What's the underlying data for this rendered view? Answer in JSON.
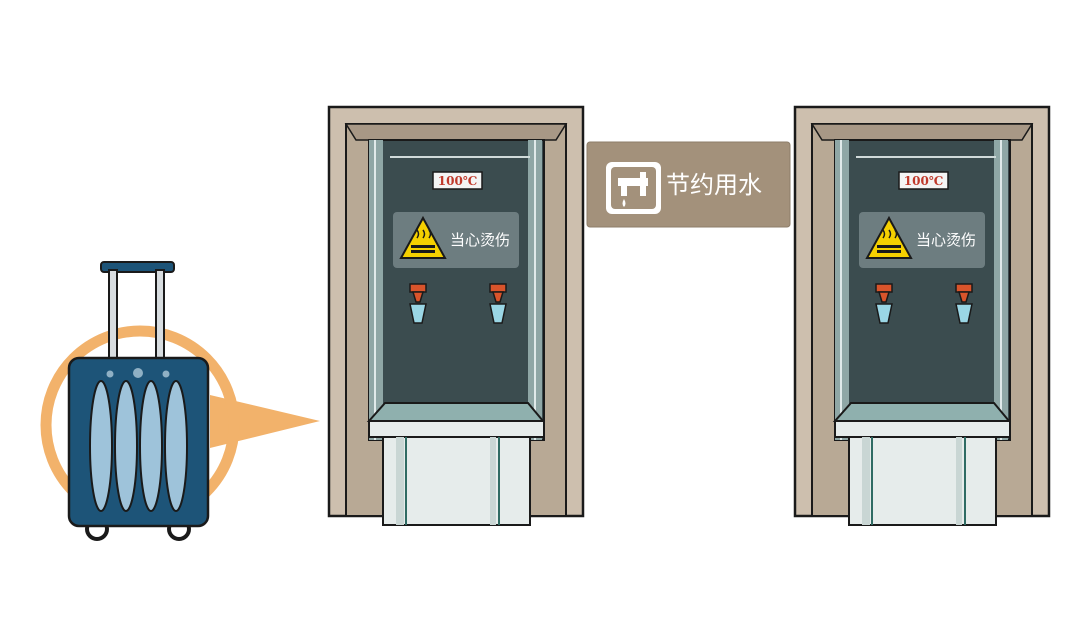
{
  "sign": {
    "text": "节约用水",
    "icon": "faucet-icon",
    "color": "#a3917b"
  },
  "dispensers": [
    {
      "temperature": "100℃",
      "warning": "当心烫伤",
      "warning_icon": "hot-surface-warning-icon"
    },
    {
      "temperature": "100℃",
      "warning": "当心烫伤",
      "warning_icon": "hot-surface-warning-icon"
    }
  ],
  "luggage": {
    "icon": "suitcase-icon",
    "highlight_color": "#f2b26b"
  },
  "colors": {
    "frame": "#cdbfae",
    "frame_shadow": "#a89886",
    "cabinet_glass": "#3b4c4f",
    "suitcase_body": "#1d5478",
    "outline": "#1a1a1a"
  }
}
